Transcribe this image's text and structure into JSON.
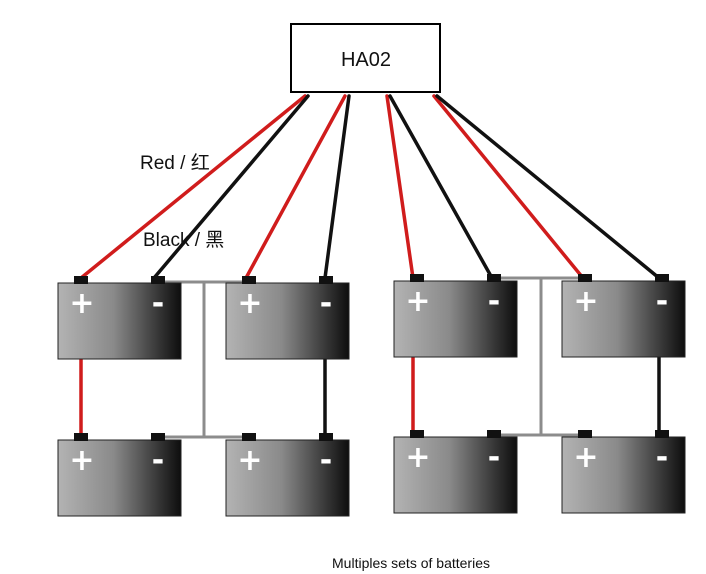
{
  "device": {
    "label": "HA02"
  },
  "legend": {
    "red": "Red / 红",
    "black": "Black / 黑"
  },
  "caption": "Multiples sets of batteries",
  "terminal_symbols": {
    "positive": "+",
    "negative": "-"
  },
  "colors": {
    "red_wire": "#d01c1c",
    "black_wire": "#111111",
    "link_wire": "#8c8c8c"
  },
  "battery_groups": [
    {
      "top_row": [
        "battery",
        "battery"
      ],
      "bottom_row": [
        "battery",
        "battery"
      ]
    },
    {
      "top_row": [
        "battery",
        "battery"
      ],
      "bottom_row": [
        "battery",
        "battery"
      ]
    }
  ]
}
